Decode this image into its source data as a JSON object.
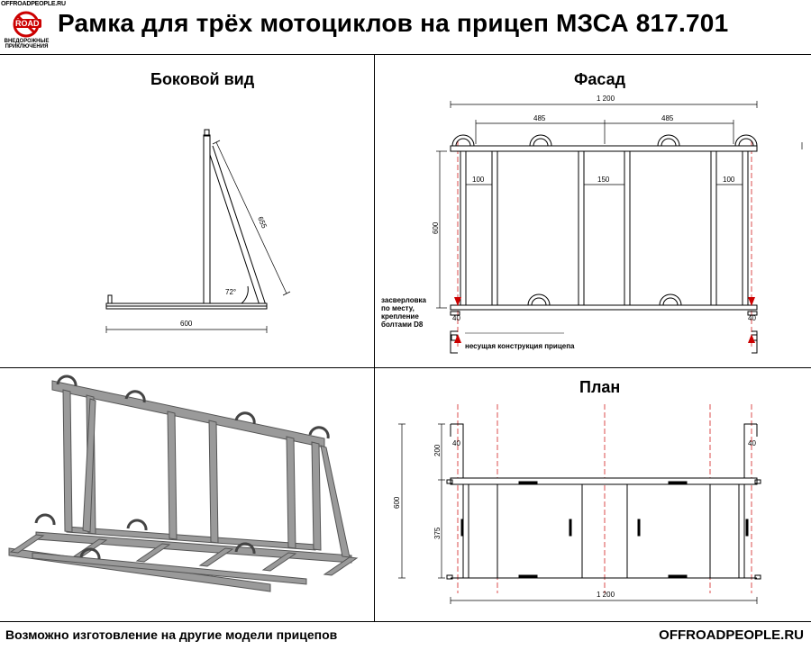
{
  "header": {
    "title": "Рамка для трёх мотоциклов на прицеп МЗСА 817.701",
    "logo": {
      "site": "OFFROADPEOPLE.RU",
      "word": "ROAD",
      "subtitle_line1": "ВНЕДОРОЖНЫЕ",
      "subtitle_line2": "ПРИКЛЮЧЕНИЯ"
    }
  },
  "panels": {
    "side": {
      "title": "Боковой вид",
      "dims": {
        "diagonal": "655",
        "angle": "72°",
        "base": "600"
      }
    },
    "front": {
      "title": "Фасад",
      "dims": {
        "total_width": "1 200",
        "span_left": "485",
        "span_right": "485",
        "gap_left": "100",
        "gap_center": "150",
        "gap_right": "100",
        "height": "600",
        "offset_left": "40",
        "offset_right": "40"
      },
      "note_lines": [
        "засверловка",
        "по месту,",
        "крепление",
        "болтами D8"
      ],
      "trailer_label": "несущая конструкция прицепа"
    },
    "plan": {
      "title": "План",
      "dims": {
        "depth": "600",
        "upper": "200",
        "lower": "375",
        "total_width": "1 200",
        "offset_left": "40",
        "offset_right": "40"
      }
    }
  },
  "footer": {
    "left": "Возможно изготовление на другие модели прицепов",
    "right": "OFFROADPEOPLE.RU"
  },
  "colors": {
    "accent": "#cc0000",
    "line": "#000000",
    "metal": "#9a9a9a"
  }
}
